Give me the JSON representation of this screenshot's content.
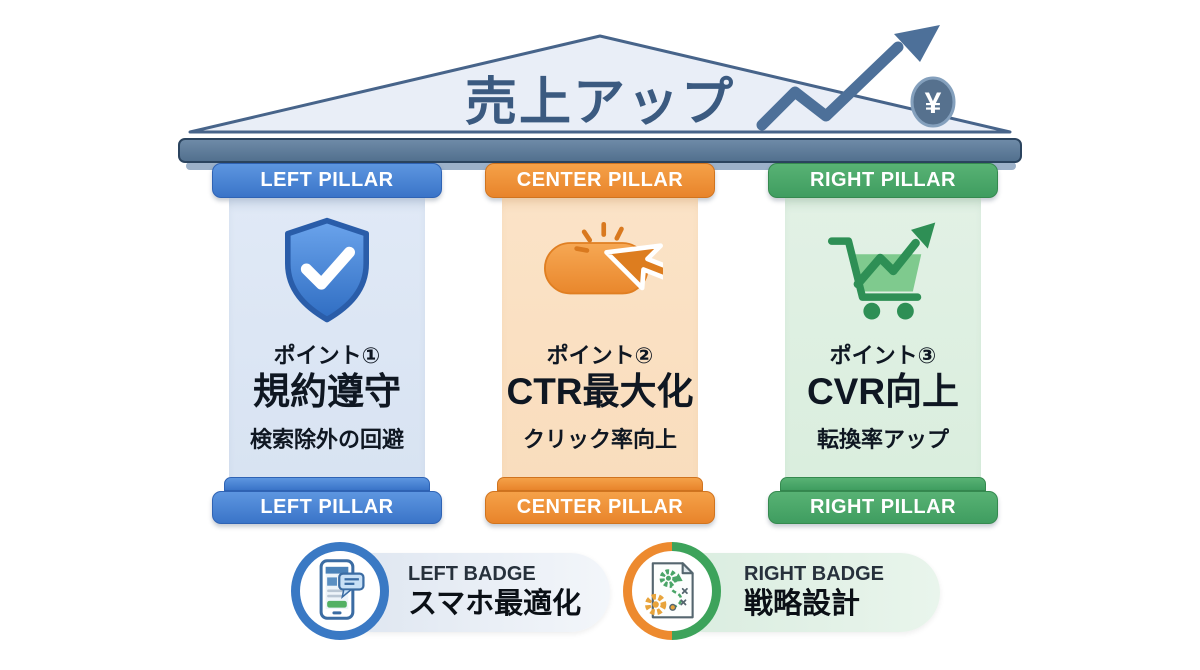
{
  "figure": {
    "roof": {
      "title": "売上アップ",
      "coin_symbol": "¥",
      "fill": "#e9eef7",
      "border": "#47648a",
      "title_color": "#3b5a80",
      "arrow_color": "#4d7099"
    },
    "entablature_color": "#5d7994",
    "pillars": [
      {
        "position": "left",
        "cap_label": "LEFT PILLAR",
        "base_label": "LEFT PILLAR",
        "icon": "shield-check-icon",
        "point": "ポイント①",
        "title": "規約遵守",
        "subtitle": "検索除外の回避",
        "accent_color": "#4080d0",
        "shaft_color": "#dde7f4"
      },
      {
        "position": "center",
        "cap_label": "CENTER PILLAR",
        "base_label": "CENTER PILLAR",
        "icon": "click-cursor-icon",
        "point": "ポイント②",
        "title": "CTR最大化",
        "subtitle": "クリック率向上",
        "accent_color": "#ee8e33",
        "shaft_color": "#fbe2c6"
      },
      {
        "position": "right",
        "cap_label": "RIGHT PILLAR",
        "base_label": "RIGHT PILLAR",
        "icon": "cart-growth-icon",
        "point": "ポイント③",
        "title": "CVR向上",
        "subtitle": "転換率アップ",
        "accent_color": "#47a565",
        "shaft_color": "#dff0e2"
      }
    ],
    "badges": [
      {
        "position": "left",
        "label": "LEFT BADGE",
        "title": "スマホ最適化",
        "icon": "smartphone-chat-icon",
        "ring_colors": [
          "#3a79c4"
        ],
        "pill_color": "#e4eaf3"
      },
      {
        "position": "right",
        "label": "RIGHT BADGE",
        "title": "戦略設計",
        "icon": "strategy-document-icon",
        "ring_colors": [
          "#ed8a2f",
          "#3da35b"
        ],
        "pill_color": "#dfefe4"
      }
    ]
  }
}
